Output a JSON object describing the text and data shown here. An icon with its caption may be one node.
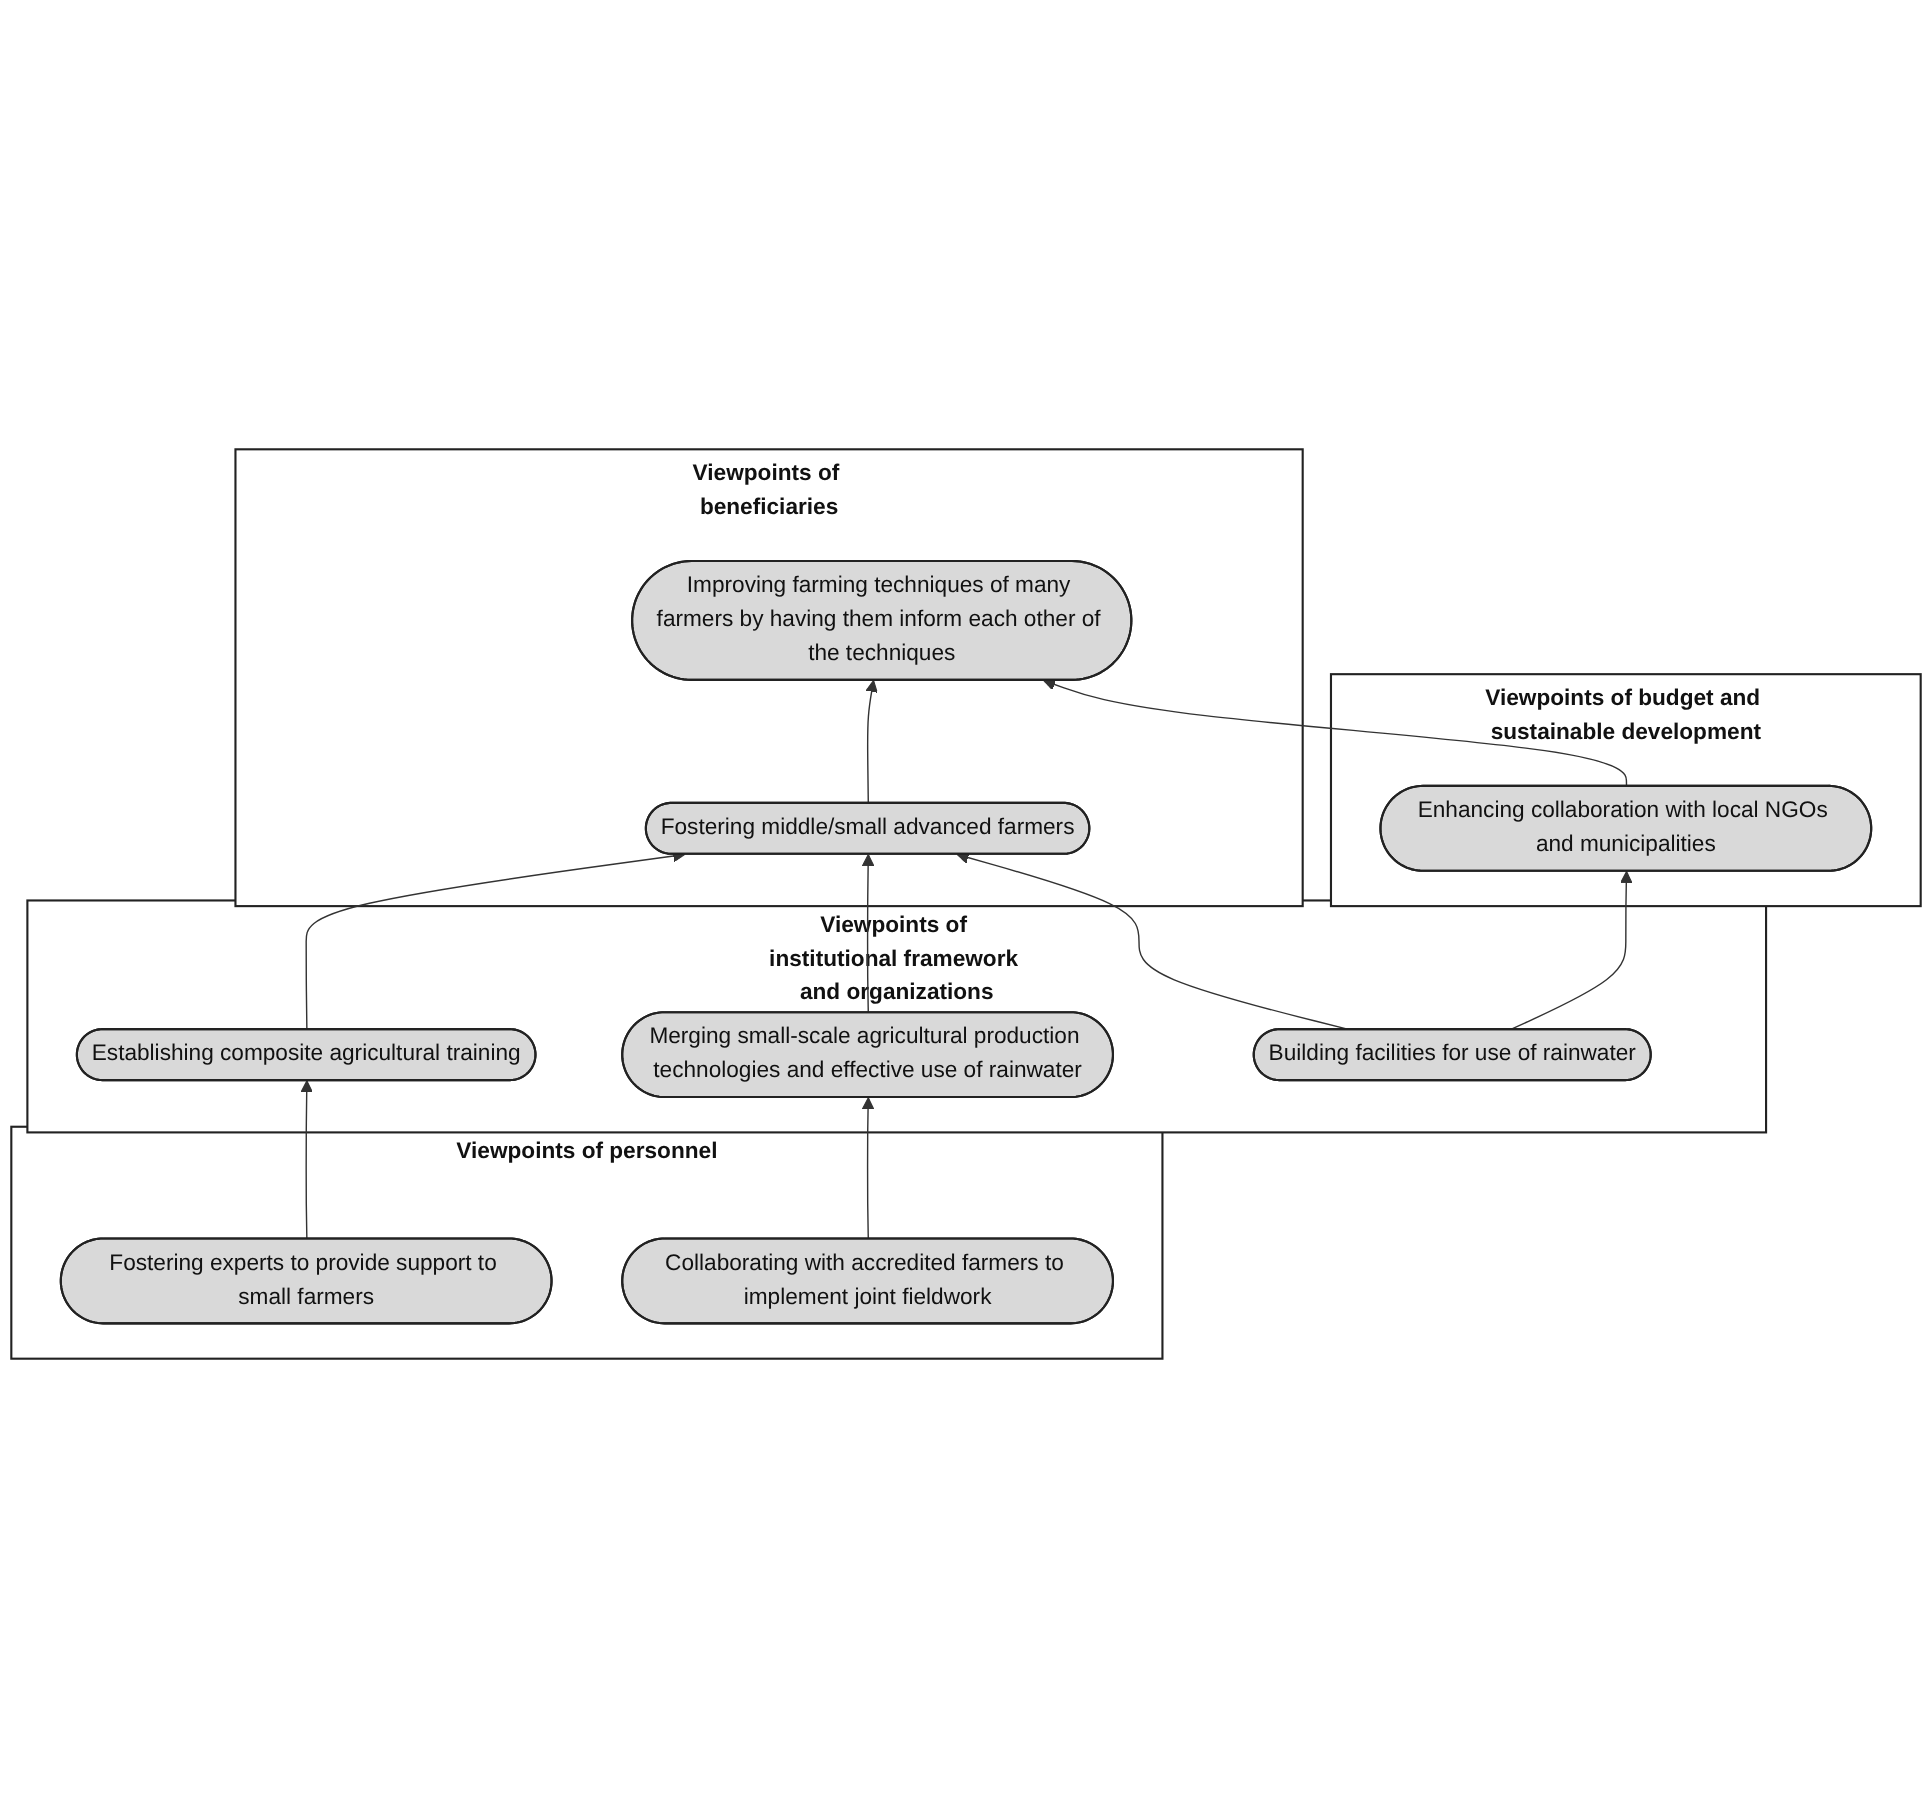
{
  "diagram": {
    "nodes": [
      {
        "text": [
          "Viewpoints of budget and sustainable development"
        ]
      },
      {
        "text": [
          "Enhancing collaboration with local NGOs and municipalities"
        ],
        "in": 0
      },
      {
        "text": [
          "Viewpoints of beneficiaries"
        ]
      },
      {
        "text": [
          "Improving farming techniques of many farmers by having them inform each other of the techniques"
        ],
        "in": 2
      },
      {
        "text": [
          "Fostering middle/small advanced farmers"
        ],
        "in": 2
      },
      {
        "text": [
          "Viewpoints of institutional framework and organizations"
        ]
      },
      {
        "text": [
          "Establishing composite agricultural training"
        ],
        "in": 5
      },
      {
        "text": [
          "Merging small-scale agricultural production technologies and effective use of rainwater"
        ],
        "in": 5
      },
      {
        "text": [
          "Building facilities for use of rainwater"
        ],
        "in": 5
      },
      {
        "text": [
          "Viewpoints of personnel"
        ]
      },
      {
        "text": [
          "Fostering experts to provide support to small farmers"
        ],
        "in": 9
      },
      {
        "text": [
          "Collaborating with accredited farmers to implement joint fieldwork"
        ],
        "in": 9
      }
    ],
    "edges": [
      {
        "from": 1,
        "to": 3,
        "arrow": "to"
      },
      {
        "from": 4,
        "to": 3,
        "arrow": "to"
      },
      {
        "from": 8,
        "to": 1,
        "arrow": "to"
      },
      {
        "from": 6,
        "to": 4,
        "arrow": "to"
      },
      {
        "from": 7,
        "to": 4,
        "arrow": "to"
      },
      {
        "from": 8,
        "to": 4,
        "arrow": "to"
      },
      {
        "from": 10,
        "to": 6,
        "arrow": "to"
      },
      {
        "from": 11,
        "to": 7,
        "arrow": "to"
      }
    ]
  }
}
